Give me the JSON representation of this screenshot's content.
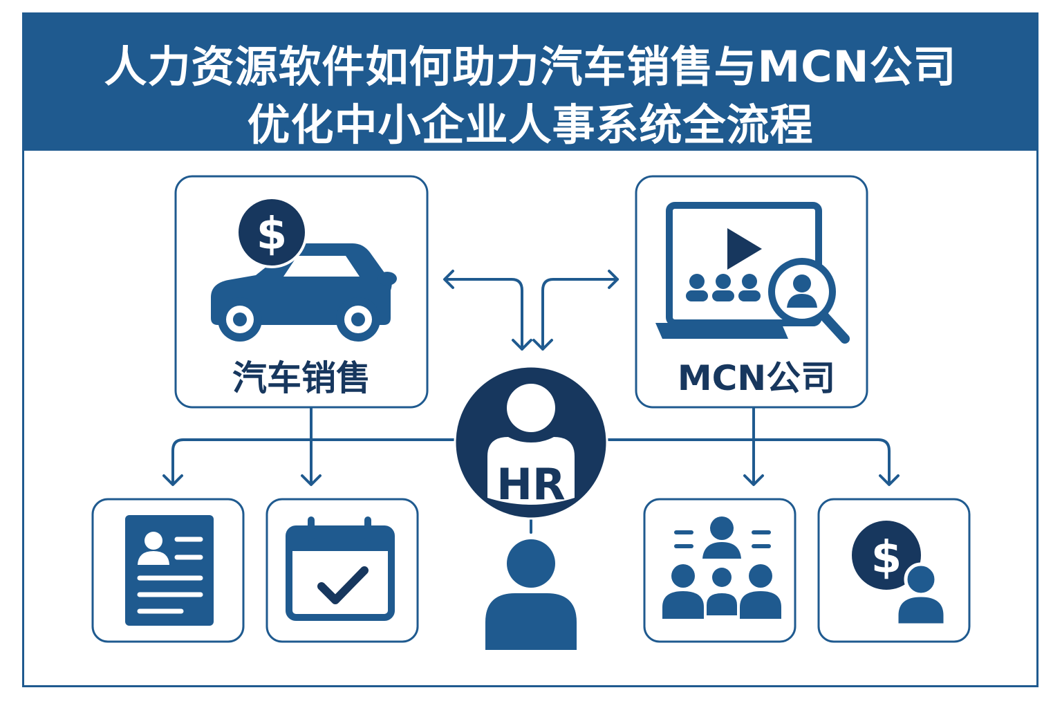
{
  "header": {
    "title_line1": "人力资源软件如何助力汽车销售与MCN公司",
    "title_line2": "优化中小企业人事系统全流程"
  },
  "nodes": {
    "car_sales": "汽车销售",
    "mcn": "MCN公司",
    "hr": "HR"
  },
  "icons": {
    "dollar": "$"
  },
  "colors": {
    "primary": "#1f5a8f",
    "dark": "#17375e"
  }
}
